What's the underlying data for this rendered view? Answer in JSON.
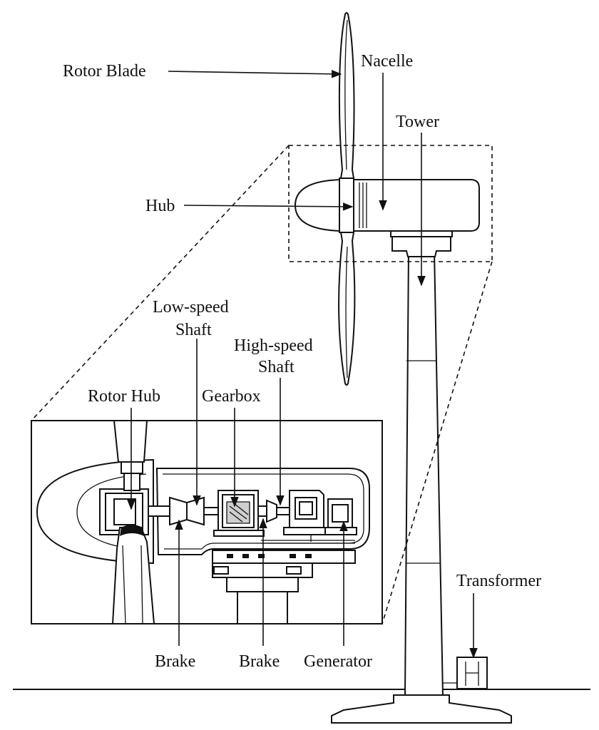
{
  "labels": {
    "rotor_blade": "Rotor Blade",
    "nacelle": "Nacelle",
    "tower": "Tower",
    "hub": "Hub",
    "low_speed_line1": "Low-speed",
    "low_speed_line2": "Shaft",
    "high_speed_line1": "High-speed",
    "high_speed_line2": "Shaft",
    "rotor_hub": "Rotor Hub",
    "gearbox": "Gearbox",
    "brake_left": "Brake",
    "brake_right": "Brake",
    "generator": "Generator",
    "transformer": "Transformer"
  },
  "colors": {
    "ink": "#111111",
    "paper": "#ffffff",
    "shade": "#cfcfcf"
  }
}
